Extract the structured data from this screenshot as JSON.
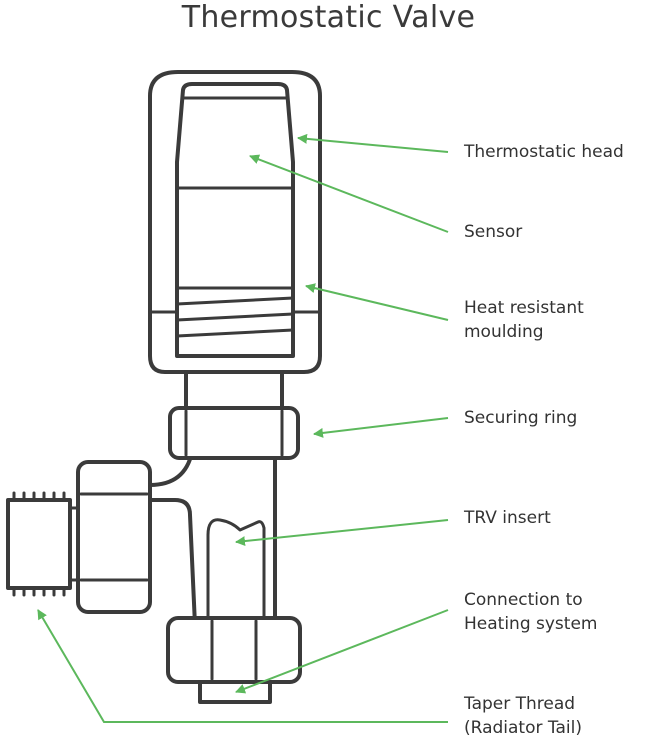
{
  "title": "Thermostatic Valve",
  "accent_color": "#5cb85c",
  "outline_color": "#3b3b3b",
  "labels": {
    "thermostatic_head": "Thermostatic head",
    "sensor": "Sensor",
    "heat_resistant_line1": "Heat resistant",
    "heat_resistant_line2": "moulding",
    "securing_ring": "Securing ring",
    "trv_insert": "TRV insert",
    "connection_line1": "Connection to",
    "connection_line2": "Heating system",
    "taper_line1": "Taper Thread",
    "taper_line2": "(Radiator Tail)"
  }
}
